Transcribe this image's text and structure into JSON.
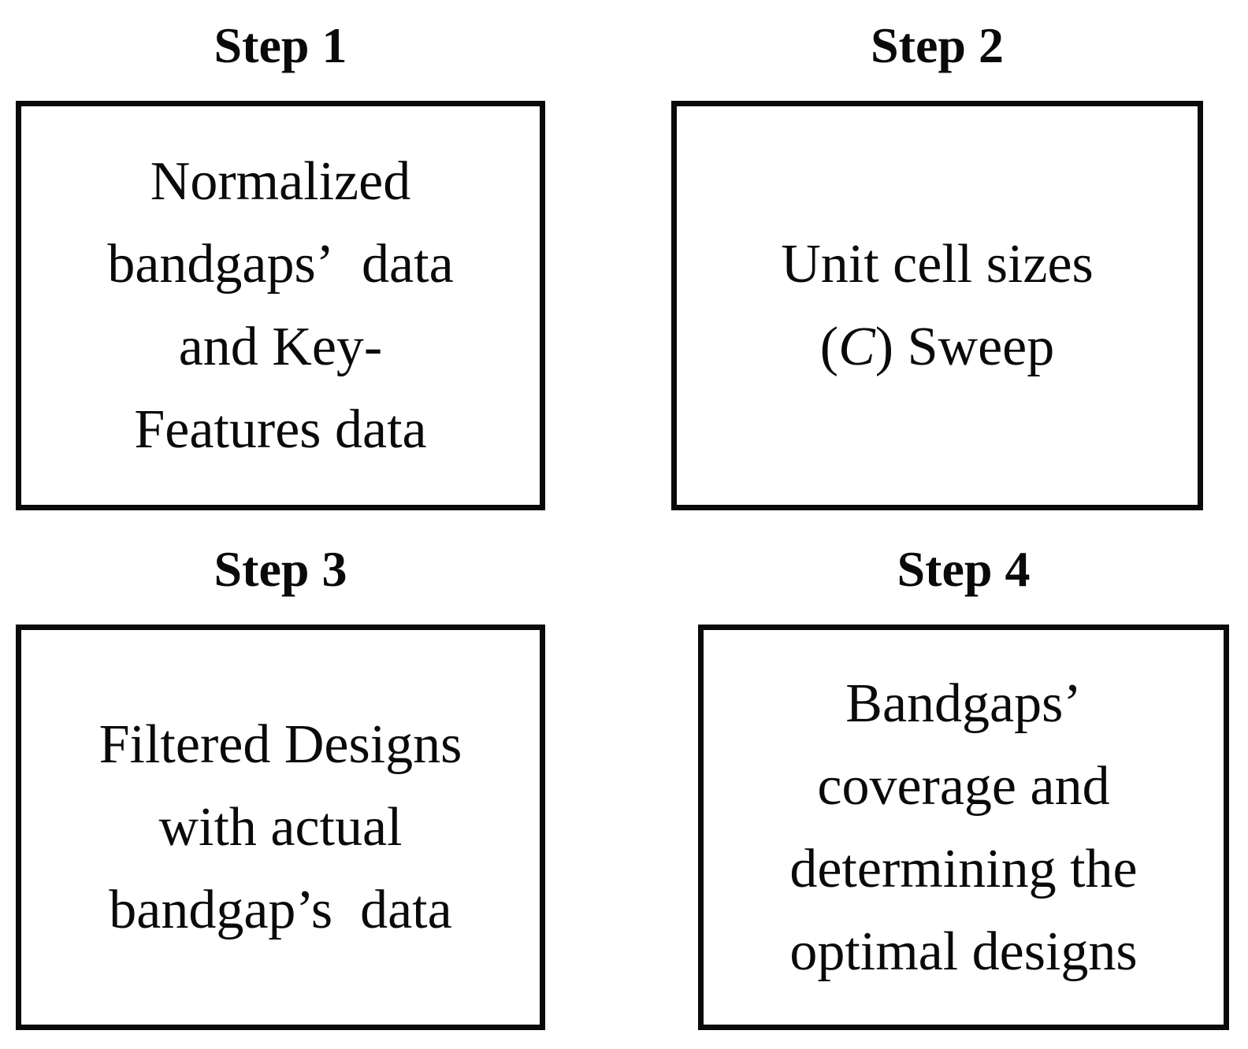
{
  "steps": [
    {
      "title": "Step 1",
      "lines": [
        "Normalized",
        "bandgaps’ data",
        "and Key-",
        "Features data"
      ]
    },
    {
      "title": "Step 2",
      "lines": [
        "Unit cell sizes"
      ],
      "line2": {
        "pre": "(",
        "var": "C",
        "post": ") Sweep"
      }
    },
    {
      "title": "Step 3",
      "lines": [
        "Filtered Designs",
        "with actual",
        "bandgap’s data"
      ]
    },
    {
      "title": "Step 4",
      "lines": [
        "Bandgaps’",
        "coverage and",
        "determining the",
        "optimal designs"
      ]
    }
  ]
}
